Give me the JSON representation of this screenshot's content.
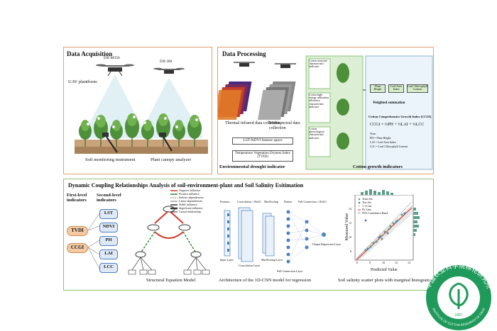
{
  "data_acquisition": {
    "title": "Data Acquisition",
    "uav_m350": "DJI M350",
    "uav_3m": "DJI 3M",
    "uav_platform": "UAV plantform",
    "soil_instrument": "Soil monitoring instrument",
    "canopy_analyzer": "Plant canopy analyzer"
  },
  "data_processing": {
    "title": "Data Processing",
    "thermal_label": "Thermal infrared data collection",
    "multispectral_label": "Multispectral data collection",
    "lst_box": "LST-NDVI feature space",
    "tvdi_box": "Temperature Vegetation Dryness Index (TVDI)",
    "drought_indicator": "Environmental drought indicator",
    "cotton_indicator": "Cotton growth indicators",
    "weighted_summation": "Weighted summation",
    "ccgi_title": "Cotton Comprehensive Growth Index (CCGI)",
    "ccgi_formula": "CCGI = ⅓PH + ⅓LAI + ⅓LCC",
    "note_label": "Note:",
    "note_ph": "PH = Plant Height",
    "note_lai": "LAI = Leaf Area Index",
    "note_lcc": "LCC = Leaf Chlorophyll Content",
    "plant_height": "Plant Height",
    "leaf_area": "Leaf Area Index",
    "leaf_chloro": "Leaf Chlorophyll Content",
    "char1": "Cotton structure characteristic indicator",
    "char2": "Cotton light energy utilization efficiency characteristic indicator",
    "char3": "Cotton physiological characteristic indicator"
  },
  "coupling": {
    "title": "Dynamic Coupling Relationships Analysis of soil-environment-plant and Soil Salinity Esitimation",
    "first_level": "First-level indicators",
    "second_level": "Second-level indicators",
    "first_items": [
      "TVDI",
      "CCGI"
    ],
    "second_items": [
      "LST",
      "NDVI",
      "PH",
      "LAI",
      "LCC"
    ],
    "sem_caption": "Structural Equation Model",
    "cnn_caption": "Architecture of the 1D-CNN model for regression",
    "scatter_caption": "Soil salinity scatter plots with marginal histograms",
    "cnn_labels": [
      "Features",
      "Convolution + ReLU",
      "MaxPooling",
      "Flatten",
      "Full Connection + ReLU",
      "Input Layer",
      "Convolution Layer",
      "MaxPooling Layer",
      "Full Connection Layer",
      "Output Regression Layer"
    ],
    "sem_legend": [
      "Negative influence",
      "Positive influence",
      "Indirect dependencies",
      "Linear dependencies",
      "Stable influence",
      "Significant influence",
      "Causal relationship"
    ],
    "scatter_legend": [
      "Train Set",
      "Test Set",
      "1:1 Line",
      "Fit Line",
      "95% Confidence Band"
    ],
    "scatter_xlabel": "Predicted Value",
    "scatter_ylabel": "Measured Value",
    "x_ticks": [
      "6",
      "8",
      "10",
      "12",
      "14"
    ],
    "y_ticks": [
      "8",
      "10",
      "12",
      "14"
    ]
  },
  "seal": {
    "top_text": "中国农业科学院棉花研究所",
    "bottom_text": "INSTITUTE OF COTTON RESEARCH OF CAAS",
    "year": "1957"
  },
  "colors": {
    "top_border": "#e2a070",
    "bottom_border": "#8cc47a",
    "seal_green": "#1f9a5a",
    "bar_blue": "#4a7fc0"
  }
}
